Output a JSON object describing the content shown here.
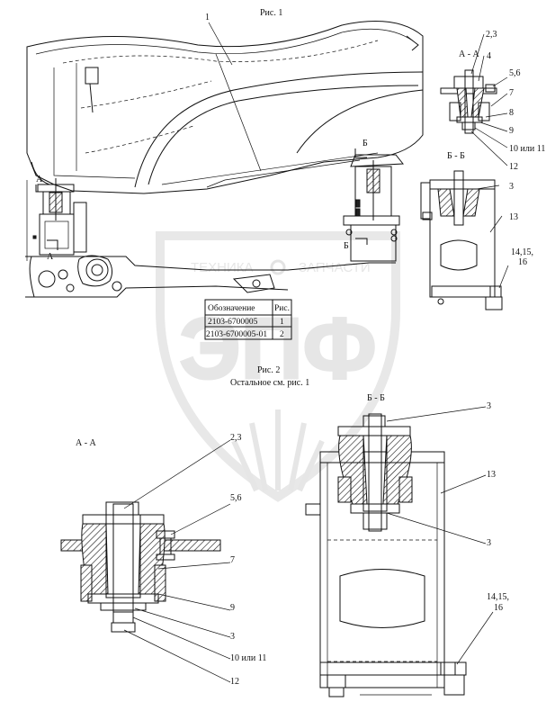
{
  "figure1_caption": "Рис. 1",
  "figure2_caption": "Рис. 2",
  "figure2_note": "Остальное см. рис. 1",
  "section_aa": "А - А",
  "section_bb": "Б - Б",
  "section_letter_a": "А",
  "section_letter_b": "Б",
  "table": {
    "headers": [
      "Обозначение",
      "Рис."
    ],
    "rows": [
      [
        "2103-6700005",
        "1"
      ],
      [
        "2103-6700005-01",
        "2"
      ]
    ]
  },
  "watermark": {
    "top_text_left": "ТЕХНИКА",
    "top_text_right": "ЗАПЧАСТИ",
    "big_text": "ЭПФ"
  },
  "callouts_top": {
    "c1": "1",
    "c23": "2,3",
    "c4": "4",
    "c56": "5,6",
    "c7": "7",
    "c8": "8",
    "c9": "9",
    "c1011": "10 или 11",
    "c12": "12",
    "c3": "3",
    "c13": "13",
    "c141516a": "14,15,",
    "c141516b": "16"
  },
  "callouts_bottom": {
    "c23": "2,3",
    "c56": "5,6",
    "c7": "7",
    "c9": "9",
    "c3": "3",
    "c1011": "10 или 11",
    "c12": "12",
    "c3_top": "3",
    "c13": "13",
    "c3_mid": "3",
    "c141516a": "14,15,",
    "c141516b": "16"
  }
}
